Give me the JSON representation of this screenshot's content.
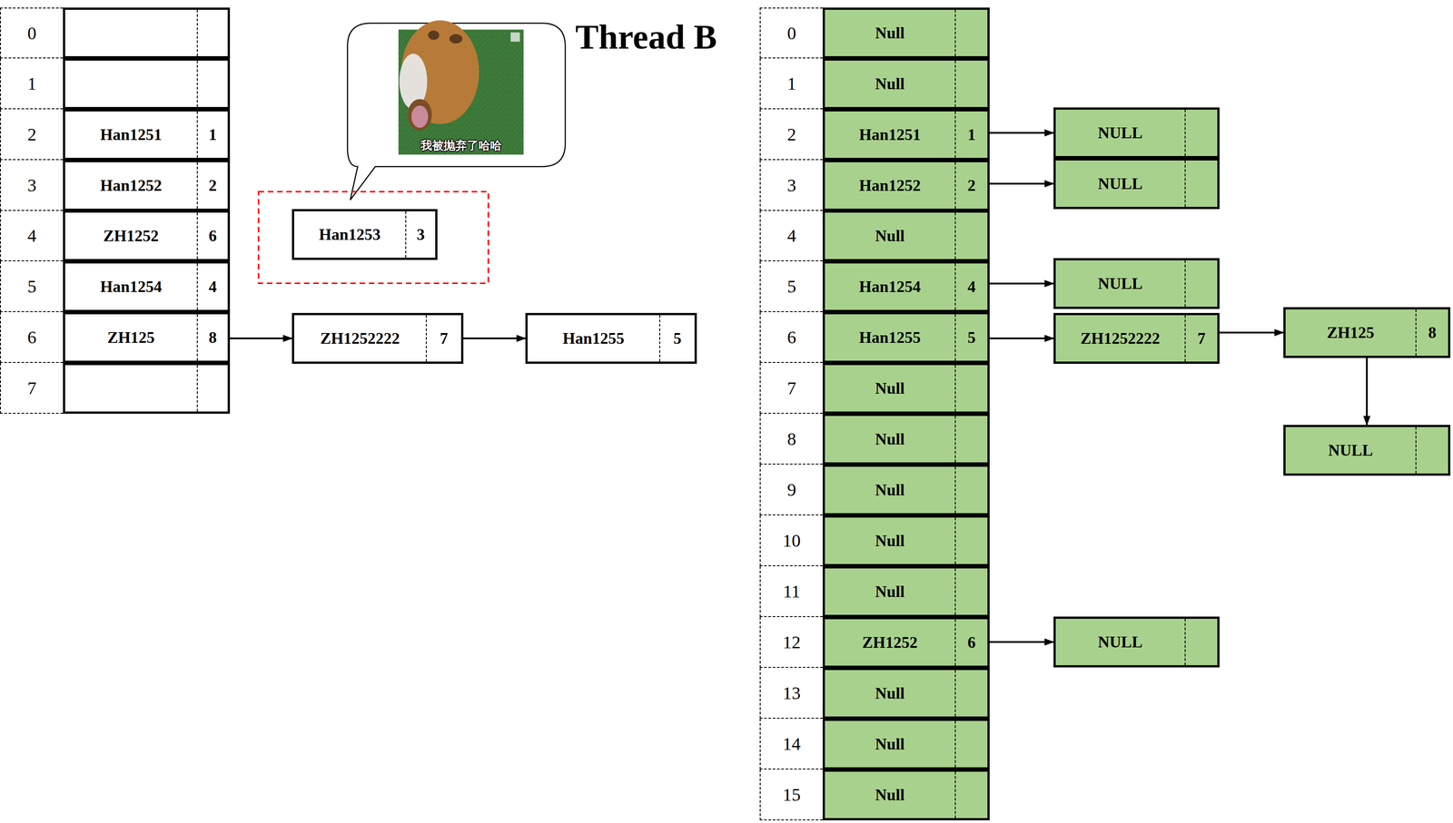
{
  "diagram": {
    "nodes": [
      {
        "text": [
          "Han1251",
          "1"
        ]
      },
      {
        "text": [
          "Han1252",
          "2"
        ]
      },
      {
        "text": [
          "ZH1252",
          "6"
        ]
      },
      {
        "text": [
          "Han1254",
          "4"
        ]
      },
      {
        "text": [
          "ZH125",
          "8"
        ]
      },
      {
        "text": [
          "Han1253",
          "3"
        ]
      },
      {
        "text": [
          "ZH1252222",
          "7"
        ]
      },
      {
        "text": [
          "Han1255",
          "5"
        ]
      },
      {
        "text": [
          "Null"
        ]
      },
      {
        "text": [
          "Null"
        ]
      },
      {
        "text": [
          "Han1251",
          "1"
        ]
      },
      {
        "text": [
          "Han1252",
          "2"
        ]
      },
      {
        "text": [
          "Null"
        ]
      },
      {
        "text": [
          "Han1254",
          "4"
        ]
      },
      {
        "text": [
          "Han1255",
          "5"
        ]
      },
      {
        "text": [
          "Null"
        ]
      },
      {
        "text": [
          "Null"
        ]
      },
      {
        "text": [
          "Null"
        ]
      },
      {
        "text": [
          "Null"
        ]
      },
      {
        "text": [
          "Null"
        ]
      },
      {
        "text": [
          "ZH1252",
          "6"
        ]
      },
      {
        "text": [
          "Null"
        ]
      },
      {
        "text": [
          "Null"
        ]
      },
      {
        "text": [
          "Null"
        ]
      },
      {
        "text": [
          "NULL"
        ]
      },
      {
        "text": [
          "NULL"
        ]
      },
      {
        "text": [
          "NULL"
        ]
      },
      {
        "text": [
          "ZH1252222",
          "7"
        ]
      },
      {
        "text": [
          "ZH125",
          "8"
        ]
      },
      {
        "text": [
          "NULL"
        ]
      },
      {
        "text": [
          "NULL"
        ]
      }
    ],
    "edges": [
      {
        "from": 4,
        "to": 6,
        "arrow": "to"
      },
      {
        "from": 6,
        "to": 7,
        "arrow": "to"
      },
      {
        "from": 10,
        "to": 24,
        "arrow": "to"
      },
      {
        "from": 11,
        "to": 25,
        "arrow": "to"
      },
      {
        "from": 13,
        "to": 26,
        "arrow": "to"
      },
      {
        "from": 14,
        "to": 27,
        "arrow": "to"
      },
      {
        "from": 27,
        "to": 28,
        "arrow": "to"
      },
      {
        "from": 28,
        "to": 29,
        "arrow": "to"
      },
      {
        "from": 20,
        "to": 30,
        "arrow": "to"
      }
    ],
    "labels": [
      "Thread B",
      "我被抛弃了哈哈",
      "0",
      "1",
      "2",
      "3",
      "4",
      "5",
      "6",
      "7",
      "0",
      "1",
      "2",
      "3",
      "4",
      "5",
      "6",
      "7",
      "8",
      "9",
      "10",
      "11",
      "12",
      "13",
      "14",
      "15"
    ]
  }
}
